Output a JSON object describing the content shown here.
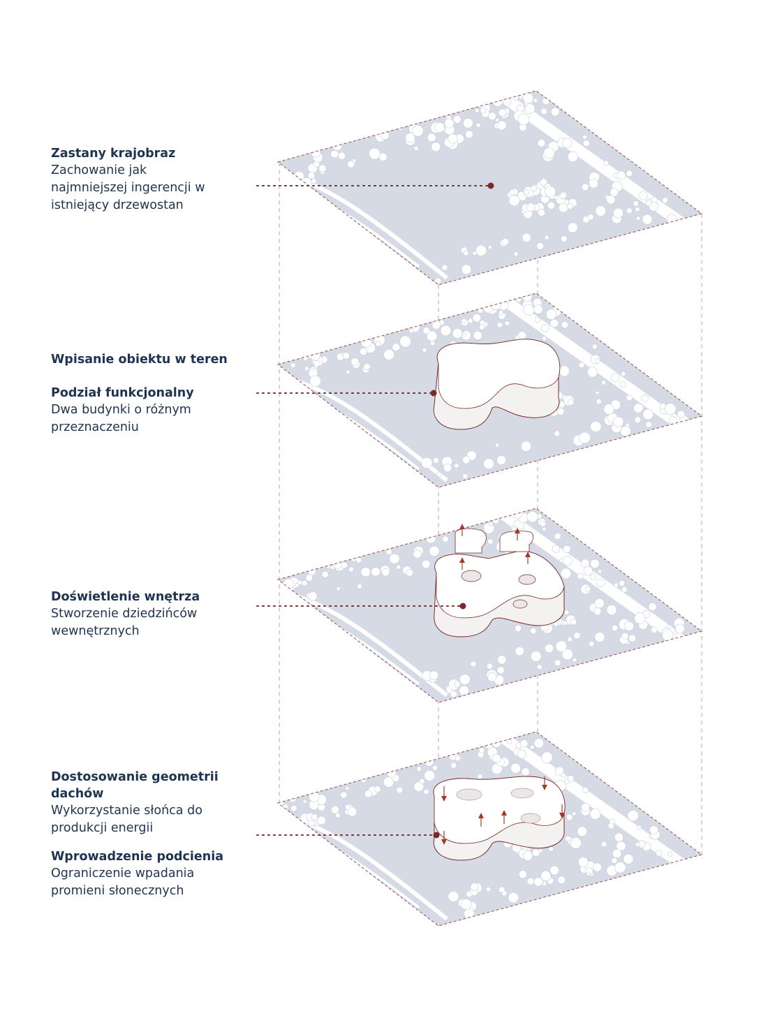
{
  "steps": [
    {
      "title": "Zastany krajobraz",
      "body": [
        "Zachowanie jak",
        "najmniejszej ingerencji w",
        "istniejący drzewostan"
      ]
    },
    {
      "title": "Wpisanie obiektu w teren",
      "title2": "Podział funkcjonalny",
      "body": [
        "Dwa budynki o różnym",
        "przeznaczeniu"
      ]
    },
    {
      "title": "Doświetlenie wnętrza",
      "body": [
        "Stworzenie dziedzińców",
        "wewnętrznych"
      ]
    },
    {
      "title": "Dostosowanie geometrii",
      "title_b": "dachów",
      "body": [
        "Wykorzystanie słońca do",
        "produkcji energii"
      ],
      "title2": "Wprowadzenie podcienia",
      "body2": [
        "Ograniczenie wpadania",
        "promieni słonecznych"
      ]
    }
  ],
  "colors": {
    "plate": "#d5dae4",
    "accent": "#7a2a2a",
    "text": "#1f3352"
  }
}
